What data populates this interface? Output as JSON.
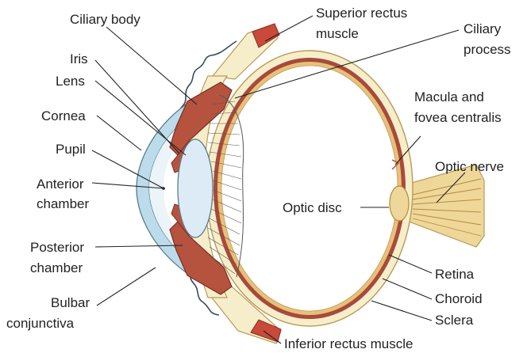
{
  "labels": {
    "ciliary_body": "Ciliary body",
    "iris": "Iris",
    "lens": "Lens",
    "cornea": "Cornea",
    "pupil": "Pupil",
    "anterior_1": "Anterior",
    "anterior_2": "chamber",
    "posterior_1": "Posterior",
    "posterior_2": "chamber",
    "bulbar_1": "Bulbar",
    "bulbar_2": "conjunctiva",
    "superior_1": "Superior rectus",
    "superior_2": "muscle",
    "ciliary_process_1": "Ciliary",
    "ciliary_process_2": "process",
    "macula_1": "Macula and",
    "macula_2": "fovea centralis",
    "optic_nerve": "Optic nerve",
    "optic_disc": "Optic disc",
    "retina": "Retina",
    "choroid": "Choroid",
    "sclera": "Sclera",
    "inferior": "Inferior rectus muscle"
  },
  "colors": {
    "sclera_fill": "#f6eecb",
    "sclera_stroke": "#b89a55",
    "choroid": "#a84a3a",
    "retina": "#e7c07a",
    "cornea": "#bcdcec",
    "lens": "#dcebf5",
    "ciliary_tissue": "#b5533f",
    "muscle": "#c94a3a",
    "optic_nerve": "#efd79a",
    "line": "#222222"
  }
}
